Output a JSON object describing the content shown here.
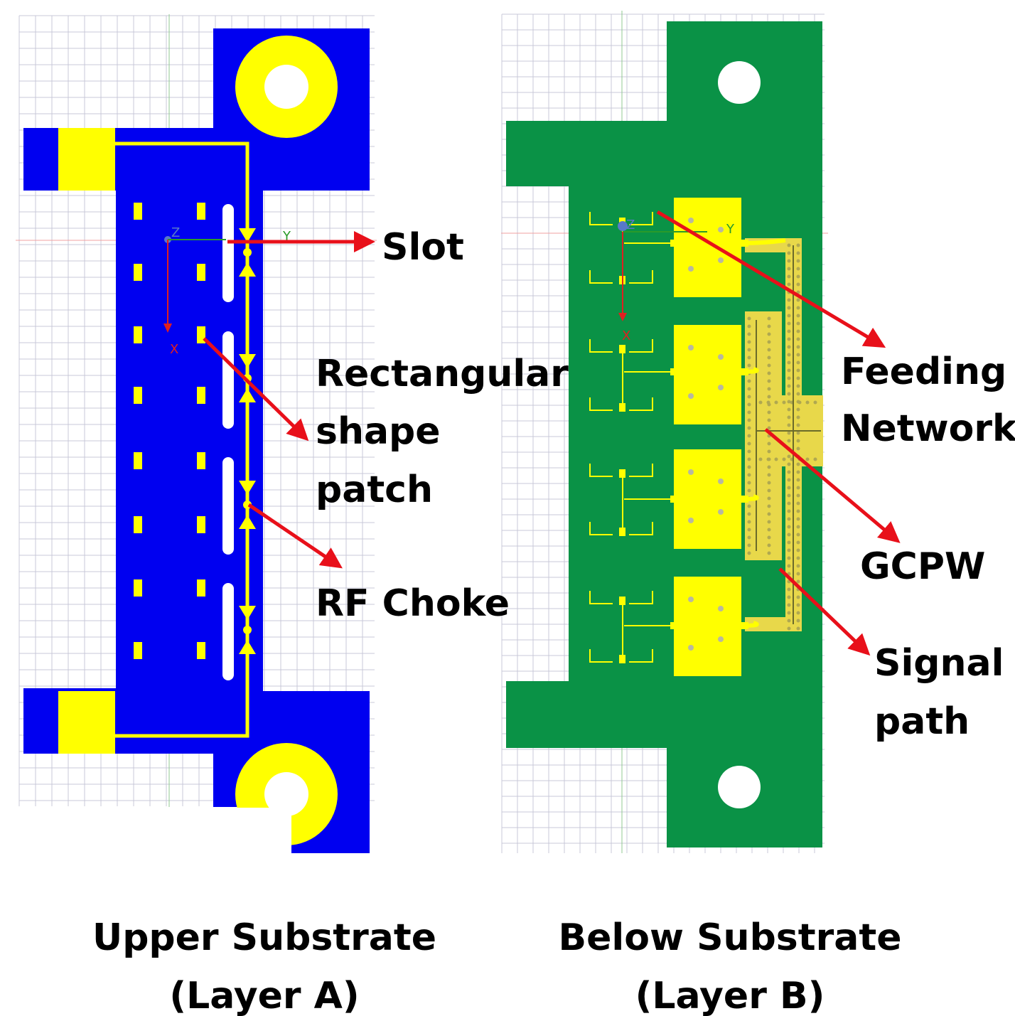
{
  "colors": {
    "layer_a_substrate": "#0000f0",
    "layer_b_substrate": "#0a9246",
    "metal": "#ffff00",
    "gcpw": "#e8d84a",
    "annotation_arrow": "#e8101a",
    "grid": "#c8c8d8"
  },
  "layer_a": {
    "caption_line1": "Upper Substrate",
    "caption_line2": "(Layer A)",
    "axis_y": "Y",
    "axis_x": "X",
    "axis_z": "Z",
    "annotations": {
      "slot": "Slot",
      "patch_line1": "Rectangular",
      "patch_line2": "shape",
      "patch_line3": "patch",
      "choke": "RF Choke"
    }
  },
  "layer_b": {
    "caption_line1": "Below Substrate",
    "caption_line2": "(Layer B)",
    "axis_y": "Y",
    "axis_x": "X",
    "axis_z": "Z",
    "annotations": {
      "feed_line1": "Feeding",
      "feed_line2": "Network",
      "gcpw": "GCPW",
      "signal_line1": "Signal",
      "signal_line2": "path"
    }
  }
}
